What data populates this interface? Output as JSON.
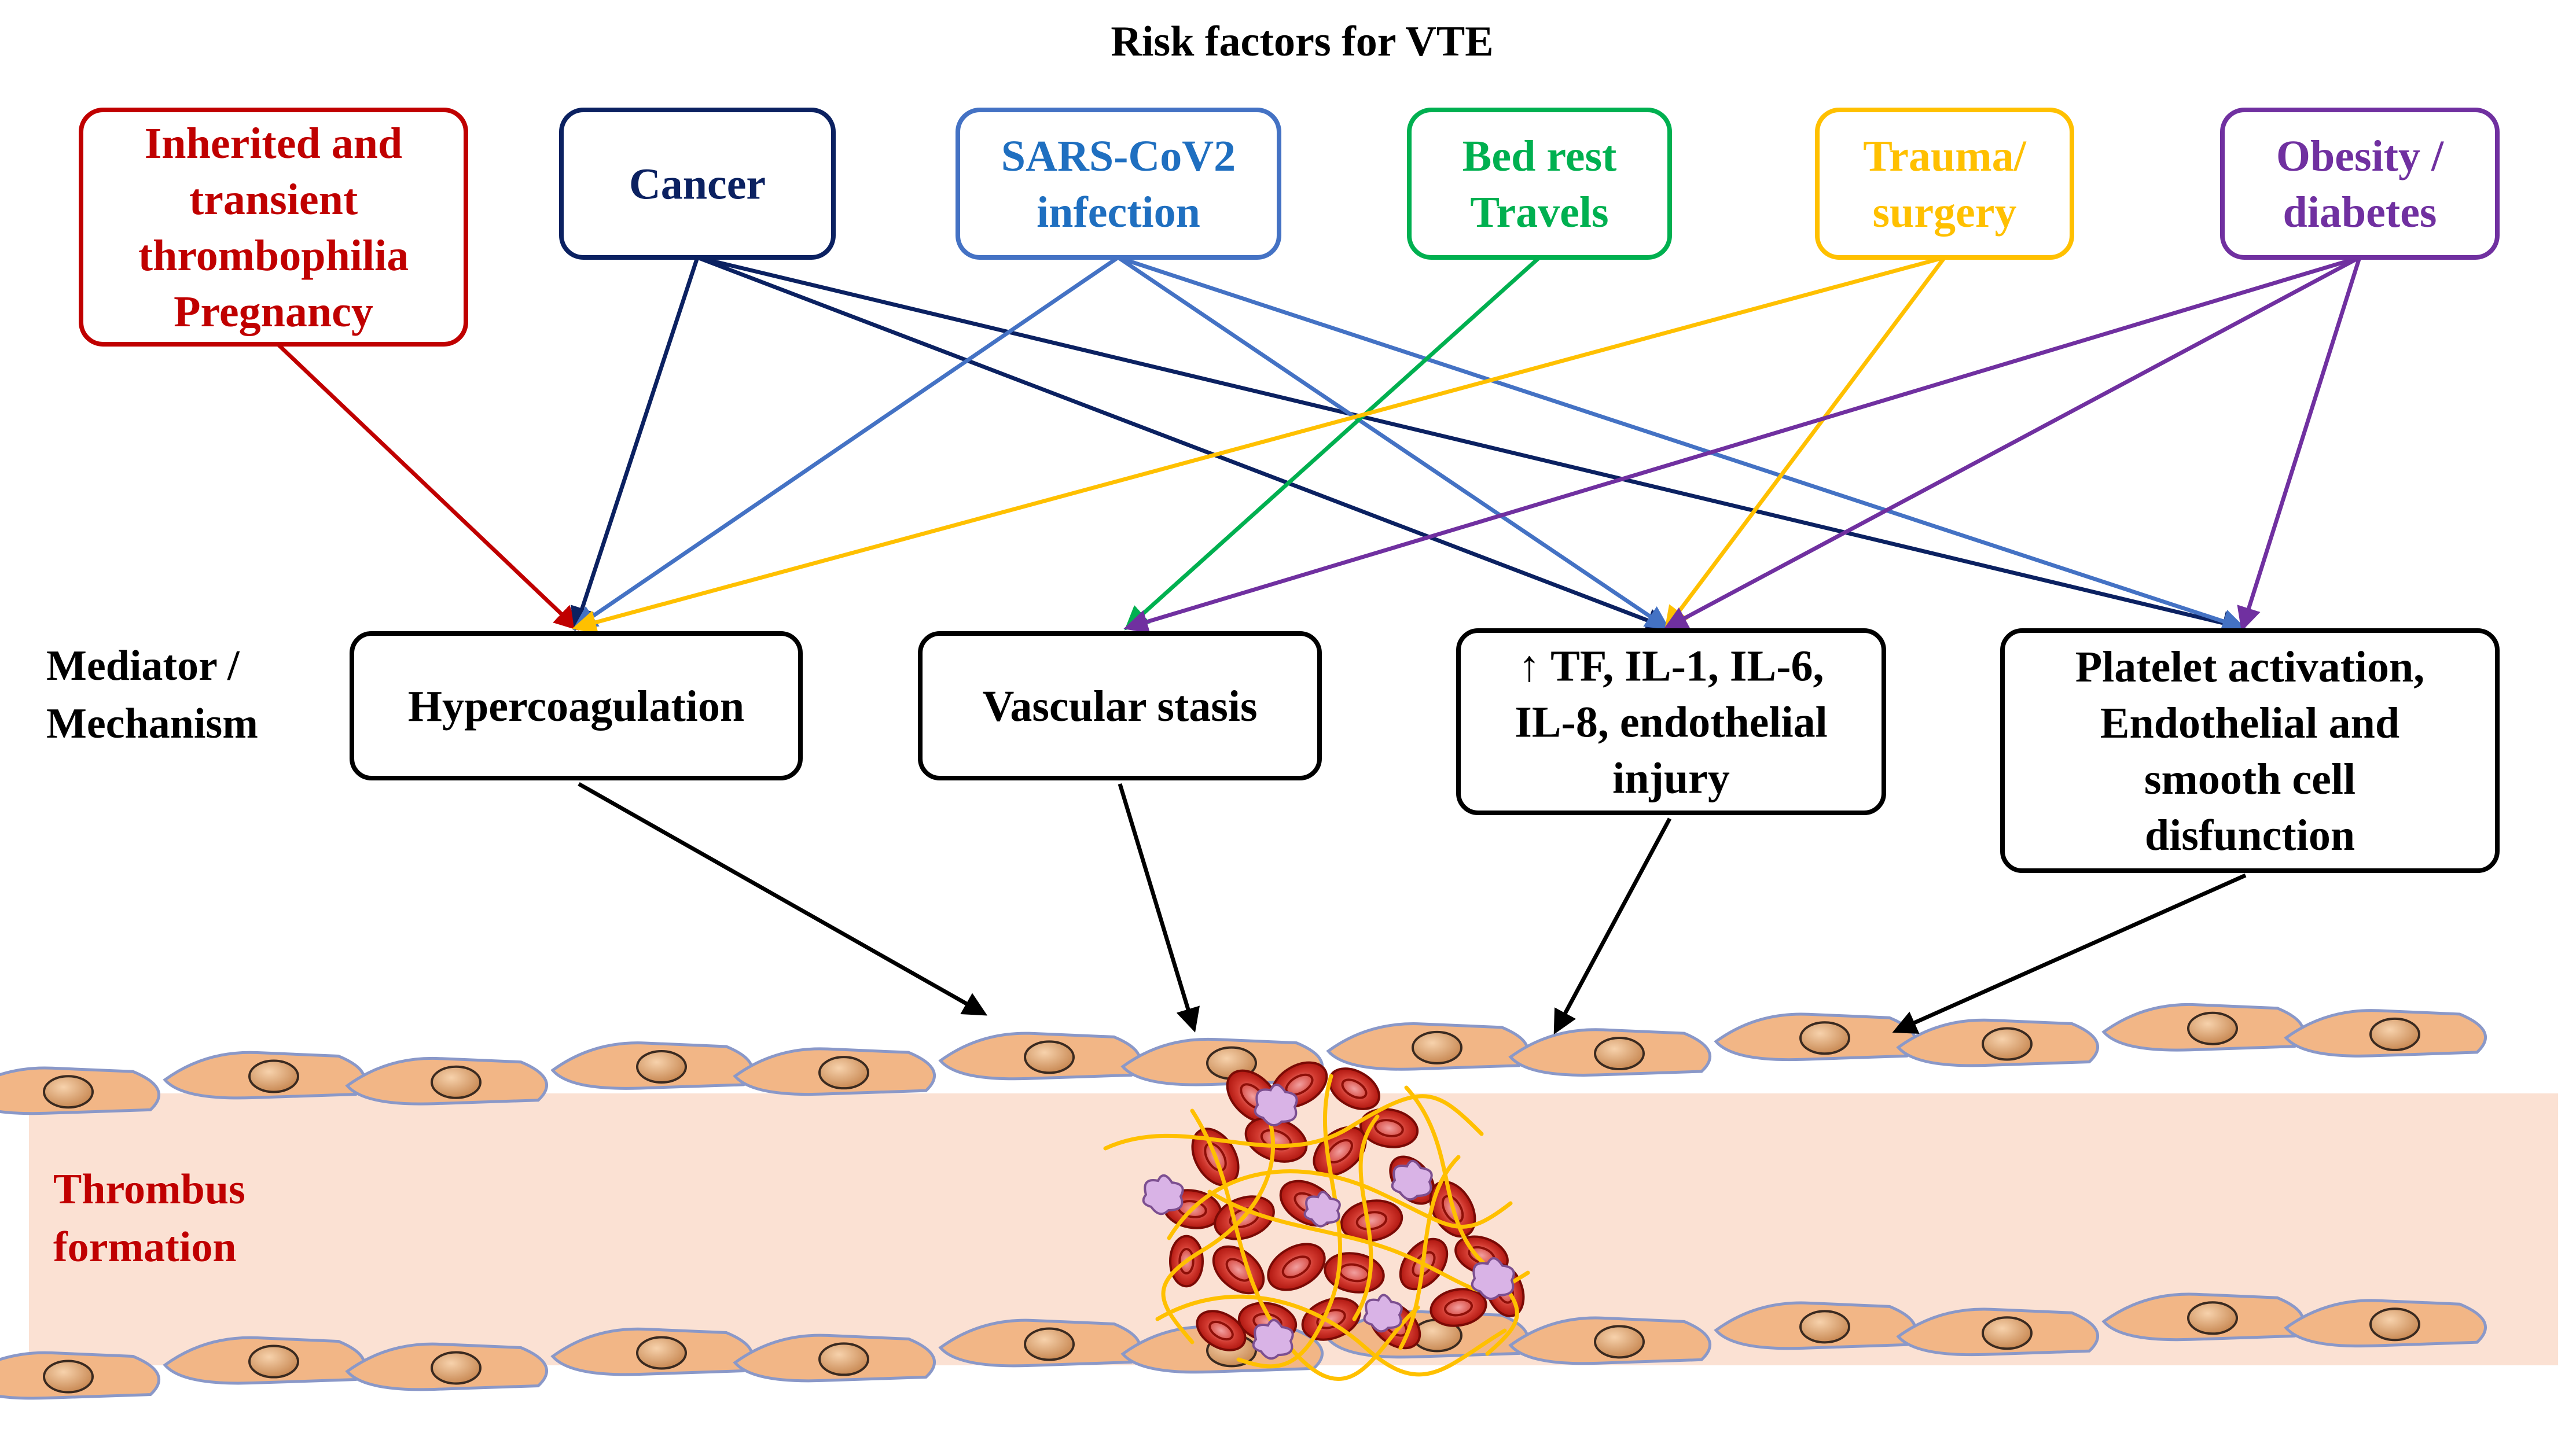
{
  "title": "Risk factors for VTE",
  "row_labels": {
    "mediator": [
      "Mediator /",
      "Mechanism"
    ],
    "thrombus": [
      "Thrombus",
      "formation"
    ]
  },
  "risk_factors": [
    {
      "id": "inherited",
      "lines": [
        "Inherited and",
        "transient",
        "thrombophilia",
        "Pregnancy"
      ],
      "color": "#C00000"
    },
    {
      "id": "cancer",
      "lines": [
        "Cancer"
      ],
      "color": "#0B2161"
    },
    {
      "id": "sars",
      "lines": [
        "SARS-CoV2",
        "infection"
      ],
      "color": "#4472C4",
      "text_color": "#1F6FC0"
    },
    {
      "id": "bedrest",
      "lines": [
        "Bed rest",
        "Travels"
      ],
      "color": "#00B050"
    },
    {
      "id": "trauma",
      "lines": [
        "Trauma/",
        "surgery"
      ],
      "color": "#FFC000"
    },
    {
      "id": "obesity",
      "lines": [
        "Obesity /",
        "diabetes"
      ],
      "color": "#7030A0"
    }
  ],
  "mediators": [
    {
      "id": "hyper",
      "lines": [
        "Hypercoagulation"
      ]
    },
    {
      "id": "stasis",
      "lines": [
        "Vascular stasis"
      ]
    },
    {
      "id": "tf",
      "lines": [
        "↑ TF, IL-1, IL-6,",
        "IL-8, endothelial",
        "injury"
      ]
    },
    {
      "id": "platelet",
      "lines": [
        "Platelet activation,",
        "Endothelial and",
        "smooth cell",
        "disfunction"
      ]
    }
  ],
  "links": [
    {
      "from": "inherited",
      "to": "hyper"
    },
    {
      "from": "cancer",
      "to": "hyper"
    },
    {
      "from": "cancer",
      "to": "tf"
    },
    {
      "from": "cancer",
      "to": "platelet"
    },
    {
      "from": "sars",
      "to": "hyper"
    },
    {
      "from": "sars",
      "to": "tf"
    },
    {
      "from": "sars",
      "to": "platelet"
    },
    {
      "from": "bedrest",
      "to": "stasis"
    },
    {
      "from": "trauma",
      "to": "hyper"
    },
    {
      "from": "trauma",
      "to": "tf"
    },
    {
      "from": "obesity",
      "to": "stasis"
    },
    {
      "from": "obesity",
      "to": "tf"
    },
    {
      "from": "obesity",
      "to": "platelet"
    }
  ],
  "colors": {
    "vessel_lumen": "#FBE1D3",
    "endothelial_cell": "#F2B686",
    "nucleus": "#E0A470",
    "red_cell": "#C0150B",
    "fibrin": "#FFC000",
    "platelet": "#D9B3E6",
    "outline": "#000000"
  }
}
